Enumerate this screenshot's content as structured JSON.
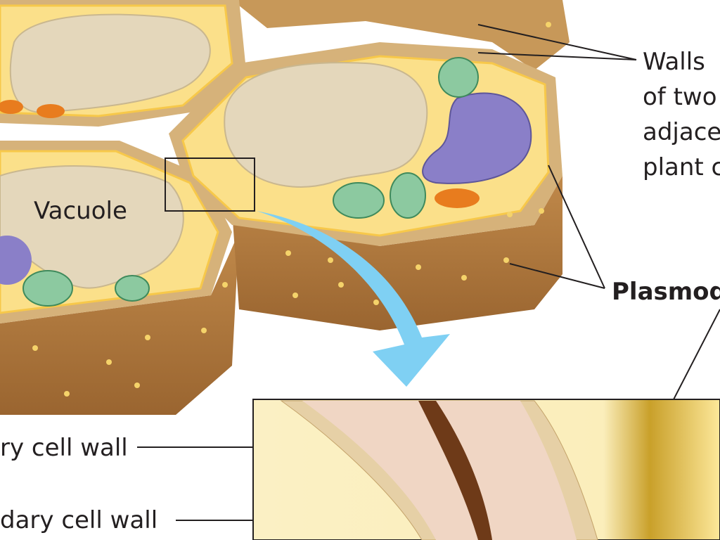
{
  "labels": {
    "walls_line1": "Walls",
    "walls_line2": "of two",
    "walls_line3": "adjace",
    "walls_line4": "plant c",
    "vacuole": "Vacuole",
    "plasmodesmata": "Plasmod",
    "primary_wall": "ry cell wall",
    "secondary_wall": "dary cell wall"
  },
  "colors": {
    "wall_brown": "#b27a3c",
    "wall_light": "#d9b784",
    "cytoplasm": "#fbe08a",
    "vacuole": "#e4d7bb",
    "nucleus": "#8a7fc8",
    "chloroplast": "#8cc9a0",
    "mitochondrion": "#e87c1e",
    "arrow": "#7fd0f3"
  }
}
